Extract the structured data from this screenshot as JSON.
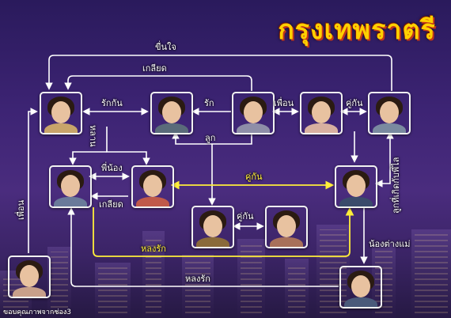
{
  "title": "กรุงเทพราตรี",
  "credit": "ขอบคุณภาพจากช่อง3",
  "colors": {
    "white_link": "#ffffff",
    "yellow_link": "#ffee3a",
    "title": "#ffd000"
  },
  "nodes": [
    {
      "id": "p1",
      "tone": "#c8a46a"
    },
    {
      "id": "p2",
      "tone": "#5a6b7a"
    },
    {
      "id": "p3",
      "tone": "#8e8ea8"
    },
    {
      "id": "p4",
      "tone": "#d8b0a0"
    },
    {
      "id": "p5",
      "tone": "#7a8aa0"
    },
    {
      "id": "p6",
      "tone": "#6a7a9a"
    },
    {
      "id": "p7",
      "tone": "#c05a4a"
    },
    {
      "id": "p8",
      "tone": "#3b4b6b"
    },
    {
      "id": "p9",
      "tone": "#8a6a3a"
    },
    {
      "id": "p10",
      "tone": "#a8705a"
    },
    {
      "id": "p11",
      "tone": "#c8a08a"
    },
    {
      "id": "p12",
      "tone": "#4a5a7a"
    }
  ],
  "relations": {
    "jealous": "ขื่นใจ",
    "hate_top": "เกลียด",
    "love_each": "รักกัน",
    "love": "รัก",
    "friend": "เพื่อน",
    "couple_top": "คู่กัน",
    "child": "ลูก",
    "niece": "หลาน",
    "siblings": "พี่น้อง",
    "hate_mid": "เกลียด",
    "couple_mid": "คู่กัน",
    "couple_bottom": "คู่กัน",
    "in_love_yellow": "หลงรัก",
    "crush_wrong": "ลูกที่เกิดกับพี่ไล",
    "half_brother": "น้องต่างแม่",
    "in_love_bottom": "หลงรัก",
    "aunt": "เพื่อน"
  }
}
